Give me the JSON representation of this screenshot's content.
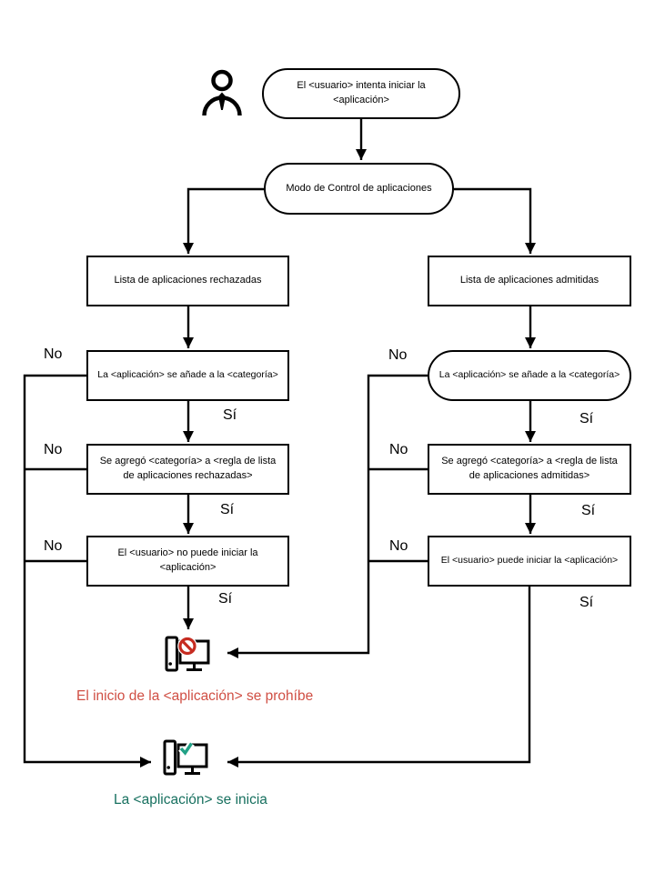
{
  "diagram": {
    "nodes": {
      "start": "El <usuario> intenta iniciar la <aplicación>",
      "mode": "Modo de Control de aplicaciones",
      "deny_list": "Lista de aplicaciones rechazadas",
      "allow_list": "Lista de aplicaciones admitidas",
      "deny_category": "La <aplicación> se añade a la <categoría>",
      "allow_category": "La <aplicación> se añade a la <categoría>",
      "deny_rule": "Se agregó <categoría> a <regla de lista de aplicaciones rechazadas>",
      "allow_rule": "Se agregó <categoría> a <regla de lista de aplicaciones admitidas>",
      "deny_result": "El <usuario> no puede iniciar la <aplicación>",
      "allow_result": "El <usuario> puede iniciar la <aplicación>"
    },
    "edge_labels": {
      "yes": "Sí",
      "no": "No"
    },
    "outcomes": {
      "blocked": {
        "text": "El inicio de la <aplicación> se prohíbe",
        "color": "#d04f44"
      },
      "started": {
        "text": "La <aplicación> se inicia",
        "color": "#17705f"
      }
    },
    "icons": {
      "user": "user-icon",
      "blocked_computer": "computer-blocked-icon",
      "prohibition": "prohibition-icon",
      "started_computer": "computer-started-icon",
      "check": "check-icon"
    },
    "colors": {
      "line": "#000000",
      "prohibition_red": "#c62c21",
      "check_green": "#21a186"
    }
  }
}
